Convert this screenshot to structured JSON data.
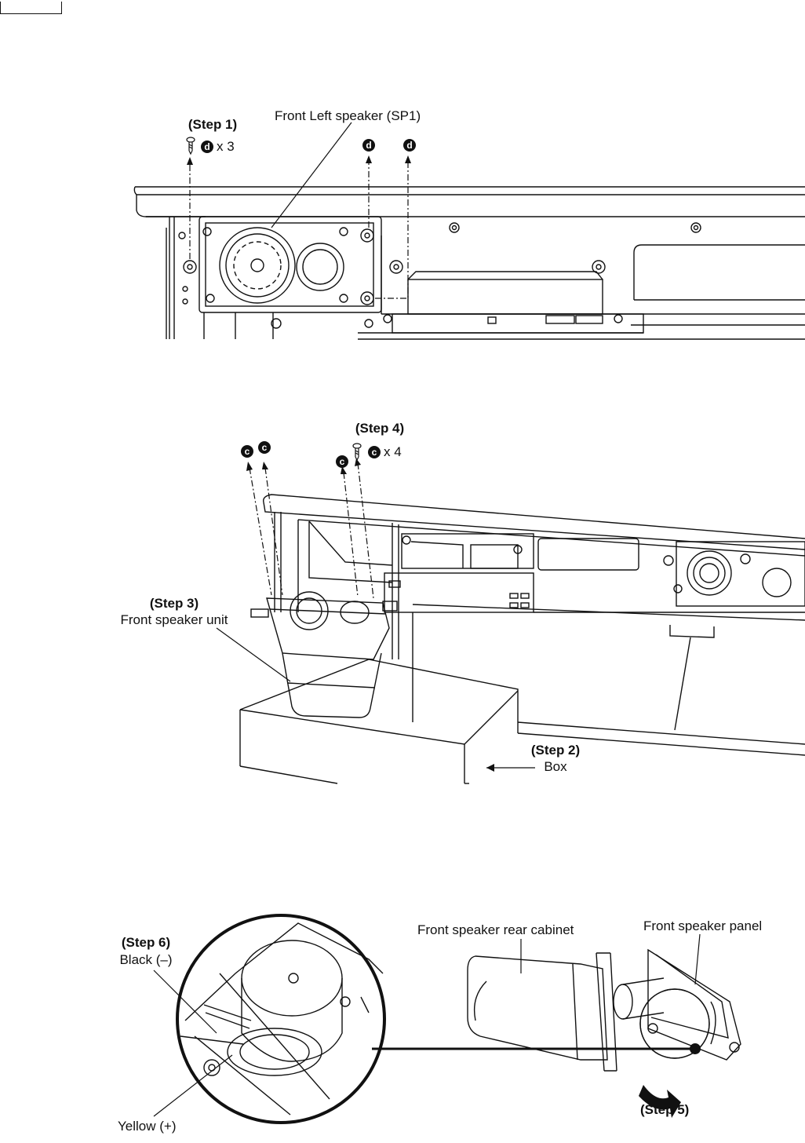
{
  "figure1": {
    "step1": "(Step 1)",
    "screw_letter": "d",
    "screw_count": "x 3",
    "speaker_label": "Front Left speaker (SP1)"
  },
  "figure2": {
    "step4": "(Step 4)",
    "screw_letter": "c",
    "screw_count": "x 4",
    "step3": "(Step 3)",
    "unit_label": "Front speaker unit",
    "step2": "(Step 2)",
    "box_label": "Box"
  },
  "figure3": {
    "step6": "(Step 6)",
    "black_label": "Black (–)",
    "yellow_label": "Yellow (+)",
    "rear_cabinet_label": "Front speaker rear cabinet",
    "panel_label": "Front speaker panel",
    "step5": "(Step 5)"
  }
}
